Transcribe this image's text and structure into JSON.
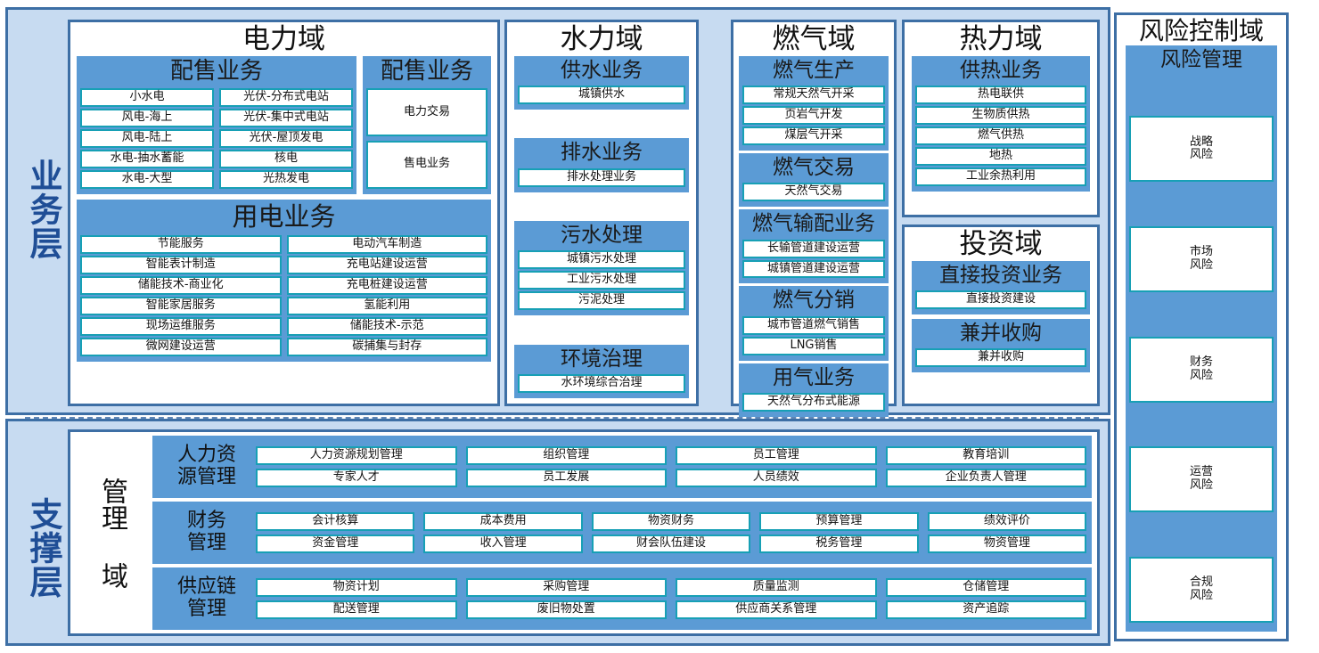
{
  "layers": {
    "business_label": "业务层",
    "support_label": "支撑层"
  },
  "domains": {
    "power": {
      "title": "电力域",
      "groups": [
        {
          "title": "配售业务",
          "left_items": [
            "小水电",
            "风电-海上",
            "风电-陆上",
            "水电-抽水蓄能",
            "水电-大型"
          ],
          "right_items": [
            "光伏-分布式电站",
            "光伏-集中式电站",
            "光伏-屋顶发电",
            "核电",
            "光热发电"
          ]
        },
        {
          "title": "配售业务",
          "items": [
            "电力交易",
            "售电业务"
          ]
        },
        {
          "title": "用电业务",
          "left_items": [
            "节能服务",
            "智能表计制造",
            "储能技术-商业化",
            "智能家居服务",
            "现场运维服务",
            "微网建设运营"
          ],
          "right_items": [
            "电动汽车制造",
            "充电站建设运营",
            "充电桩建设运营",
            "氢能利用",
            "储能技术-示范",
            "碳捕集与封存"
          ]
        }
      ]
    },
    "water": {
      "title": "水力域",
      "groups": [
        {
          "title": "供水业务",
          "items": [
            "城镇供水"
          ]
        },
        {
          "title": "排水业务",
          "items": [
            "排水处理业务"
          ]
        },
        {
          "title": "污水处理",
          "items": [
            "城镇污水处理",
            "工业污水处理",
            "污泥处理"
          ]
        },
        {
          "title": "环境治理",
          "items": [
            "水环境综合治理"
          ]
        }
      ]
    },
    "gas": {
      "title": "燃气域",
      "groups": [
        {
          "title": "燃气生产",
          "items": [
            "常规天然气开采",
            "页岩气开发",
            "煤层气开采"
          ]
        },
        {
          "title": "燃气交易",
          "items": [
            "天然气交易"
          ]
        },
        {
          "title": "燃气输配业务",
          "items": [
            "长输管道建设运营",
            "城镇管道建设运营"
          ]
        },
        {
          "title": "燃气分销",
          "items": [
            "城市管道燃气销售",
            "LNG销售"
          ]
        },
        {
          "title": "用气业务",
          "items": [
            "天然气分布式能源"
          ]
        }
      ]
    },
    "heat": {
      "title": "热力域",
      "groups": [
        {
          "title": "供热业务",
          "items": [
            "热电联供",
            "生物质供热",
            "燃气供热",
            "地热",
            "工业余热利用"
          ]
        }
      ]
    },
    "invest": {
      "title": "投资域",
      "groups": [
        {
          "title": "直接投资业务",
          "items": [
            "直接投资建设"
          ]
        },
        {
          "title": "兼并收购",
          "items": [
            "兼并收购"
          ]
        }
      ]
    },
    "risk": {
      "title": "风险控制域",
      "group_title": "风险管理",
      "items": [
        "战略\n风险",
        "市场\n风险",
        "财务\n风险",
        "运营\n风险",
        "合规\n风险"
      ]
    },
    "mgmt": {
      "title": "管理\n域",
      "rows": [
        {
          "title": "人力资\n源管理",
          "columns": [
            [
              "人力资源规划管理",
              "专家人才"
            ],
            [
              "组织管理",
              "员工发展"
            ],
            [
              "员工管理",
              "人员绩效"
            ],
            [
              "教育培训",
              "企业负责人管理"
            ]
          ]
        },
        {
          "title": "财务\n管理",
          "columns": [
            [
              "会计核算",
              "资金管理"
            ],
            [
              "成本费用",
              "收入管理"
            ],
            [
              "物资财务",
              "财会队伍建设"
            ],
            [
              "预算管理",
              "税务管理"
            ],
            [
              "绩效评价",
              "物资管理"
            ]
          ]
        },
        {
          "title": "供应链\n管理",
          "columns": [
            [
              "物资计划",
              "配送管理"
            ],
            [
              "采购管理",
              "废旧物处置"
            ],
            [
              "质量监测",
              "供应商关系管理"
            ],
            [
              "仓储管理",
              "资产追踪"
            ]
          ]
        }
      ]
    }
  },
  "colors": {
    "frame_border": "#3d6fa5",
    "frame_fill": "#c7dbf1",
    "group_fill": "#5b9bd5",
    "leaf_border": "#17a0b5",
    "label_text": "#1f4e96"
  }
}
